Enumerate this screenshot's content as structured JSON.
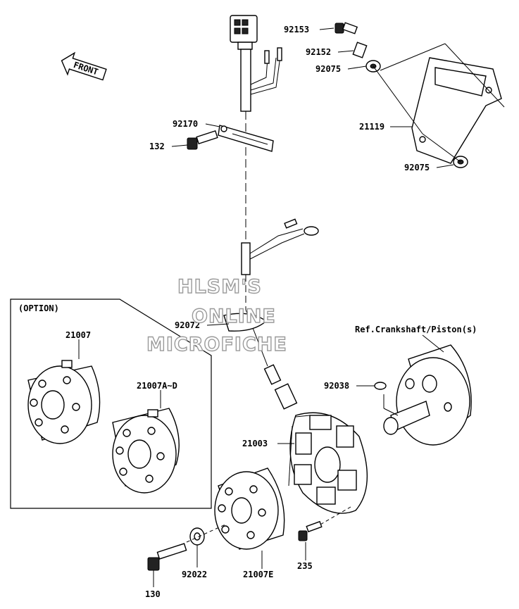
{
  "labels": {
    "front": "FRONT",
    "option": "(OPTION)",
    "ref": "Ref.Crankshaft/Piston(s)",
    "p92153": "92153",
    "p92152": "92152",
    "p92075a": "92075",
    "p21119": "21119",
    "p92075b": "92075",
    "p92170": "92170",
    "p132": "132",
    "p92072": "92072",
    "p21007": "21007",
    "p21007AD": "21007A~D",
    "p92038": "92038",
    "p21003": "21003",
    "p235": "235",
    "p21007E": "21007E",
    "p92022": "92022",
    "p130": "130"
  },
  "watermark": {
    "line1": "HLSM'S",
    "line2": "ONLINE",
    "line3": "MICROFICHE"
  },
  "colors": {
    "ink": "#000000",
    "watermark_outline": "#9a9a9a",
    "background": "#ffffff"
  }
}
